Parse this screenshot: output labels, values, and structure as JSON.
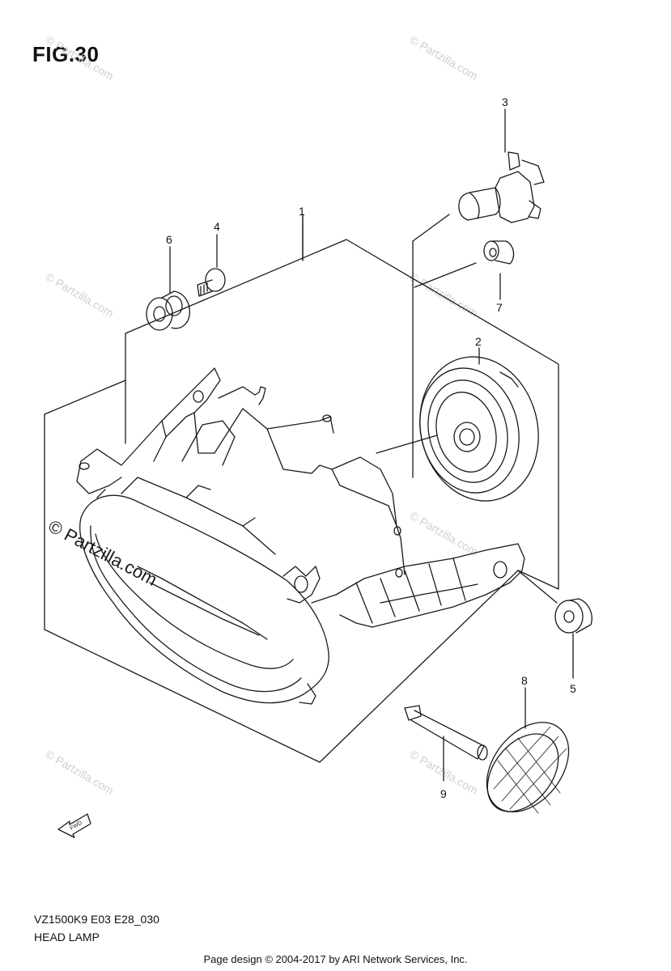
{
  "figure_title": "FIG.30",
  "callouts": {
    "c1": "1",
    "c2": "2",
    "c3": "3",
    "c4": "4",
    "c5": "5",
    "c6": "6",
    "c7": "7",
    "c8": "8",
    "c9": "9"
  },
  "watermarks": {
    "large": "© Partzilla.com",
    "small": "© Partzilla.com"
  },
  "fwd_label": "FWD",
  "diagram_code": "VZ1500K9 E03 E28_030",
  "diagram_name": "HEAD LAMP",
  "footer": "Page design © 2004-2017 by ARI Network Services, Inc.",
  "colors": {
    "line": "#1a1a1a",
    "watermark": "#cfcfcf",
    "background": "#ffffff"
  }
}
